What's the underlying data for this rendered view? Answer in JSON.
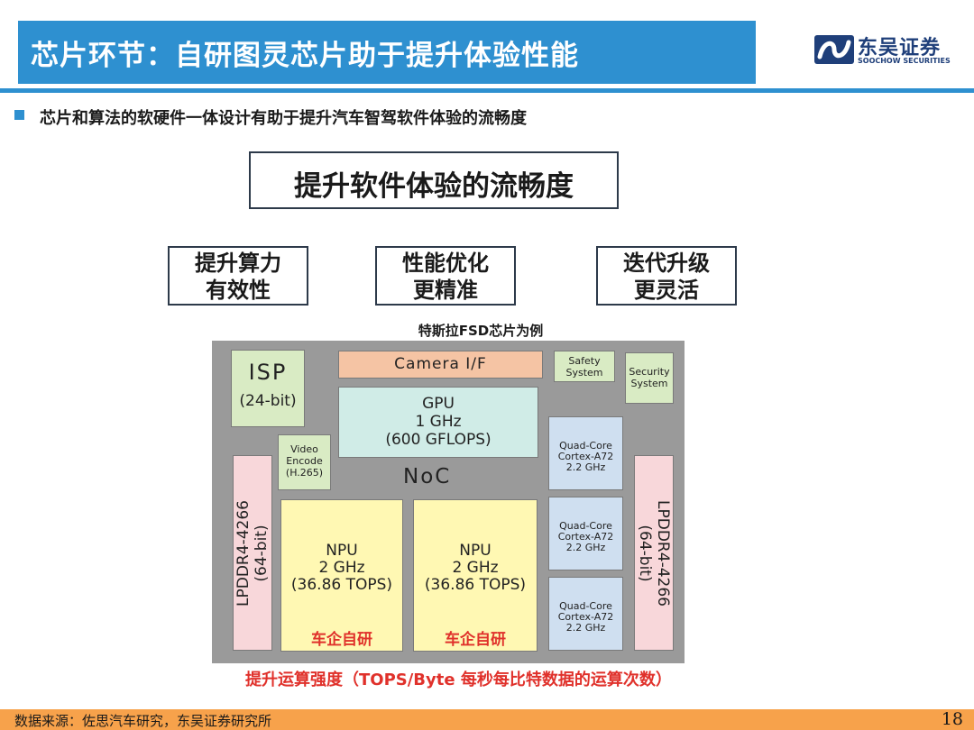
{
  "header": {
    "title": "芯片环节：自研图灵芯片助于提升体验性能",
    "logo_cn": "东吴证券",
    "logo_en": "SOOCHOW SECURITIES"
  },
  "bullet": "芯片和算法的软硬件一体设计有助于提升汽车智驾软件体验的流畅度",
  "main_box": "提升软件体验的流畅度",
  "sub_boxes": [
    {
      "line1": "提升算力",
      "line2": "有效性"
    },
    {
      "line1": "性能优化",
      "line2": "更精准"
    },
    {
      "line1": "迭代升级",
      "line2": "更灵活"
    }
  ],
  "caption": "特斯拉FSD芯片为例",
  "chip": {
    "isp": {
      "name": "ISP",
      "detail": "(24-bit)"
    },
    "camera": "Camera I/F",
    "safety": {
      "line1": "Safety",
      "line2": "System"
    },
    "security": {
      "line1": "Security",
      "line2": "System"
    },
    "gpu": {
      "name": "GPU",
      "freq": "1 GHz",
      "perf": "(600 GFLOPS)"
    },
    "video": {
      "line1": "Video",
      "line2": "Encode",
      "line3": "(H.265)"
    },
    "noc": "NoC",
    "cpu": {
      "line1": "Quad-Core",
      "line2": "Cortex-A72",
      "line3": "2.2 GHz"
    },
    "ddr": {
      "line1": "LPDDR4-4266",
      "line2": "(64-bit)"
    },
    "npu": {
      "name": "NPU",
      "freq": "2 GHz",
      "perf": "(36.86 TOPS)",
      "self_label": "车企自研"
    }
  },
  "red_note": "提升运算强度（TOPS/Byte 每秒每比特数据的运算次数）",
  "footer": {
    "source": "数据来源：佐思汽车研究，东吴证券研究所",
    "page": "18"
  },
  "colors": {
    "title_bar": "#2e90d0",
    "footer_bar": "#f7a24b",
    "accent_red": "#e0312b",
    "logo_navy": "#1f3f7a"
  }
}
